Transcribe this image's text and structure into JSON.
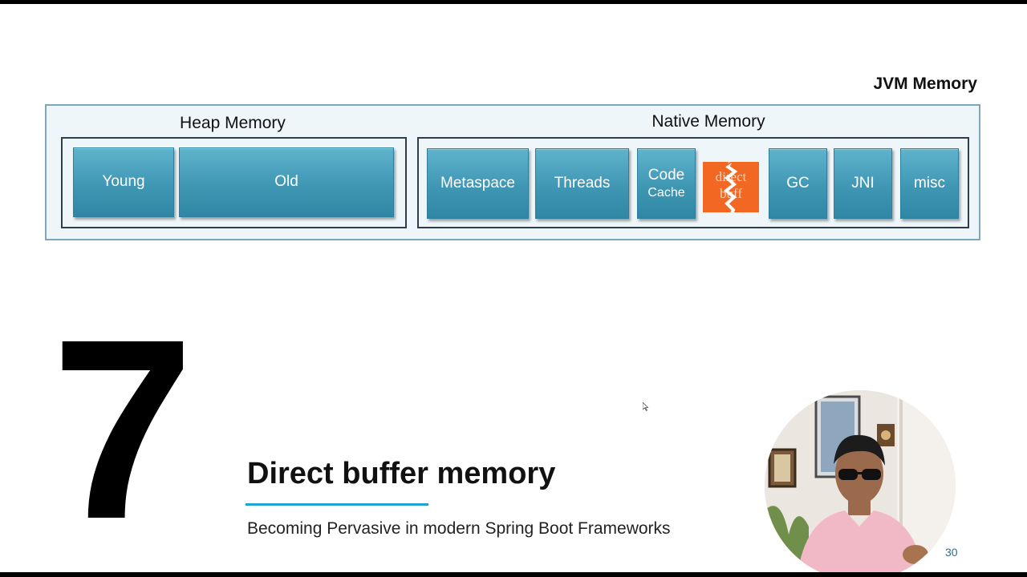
{
  "jvm_title": "JVM Memory",
  "heap": {
    "label": "Heap Memory",
    "blocks": [
      "Young",
      "Old"
    ]
  },
  "native": {
    "label": "Native Memory",
    "blocks": {
      "metaspace": "Metaspace",
      "threads": "Threads",
      "code_cache_line1": "Code",
      "code_cache_line2": "Cache",
      "direct_buffer_line1": "direct",
      "direct_buffer_line2": "buff",
      "gc": "GC",
      "jni": "JNI",
      "misc": "misc"
    }
  },
  "slide_number_big": "7",
  "title": "Direct buffer memory",
  "subtitle": "Becoming Pervasive in modern Spring Boot Frameworks",
  "page_number": "30",
  "colors": {
    "block_blue": "#3f97b4",
    "burst_orange": "#f26722",
    "accent_underline": "#1fa3cf"
  }
}
